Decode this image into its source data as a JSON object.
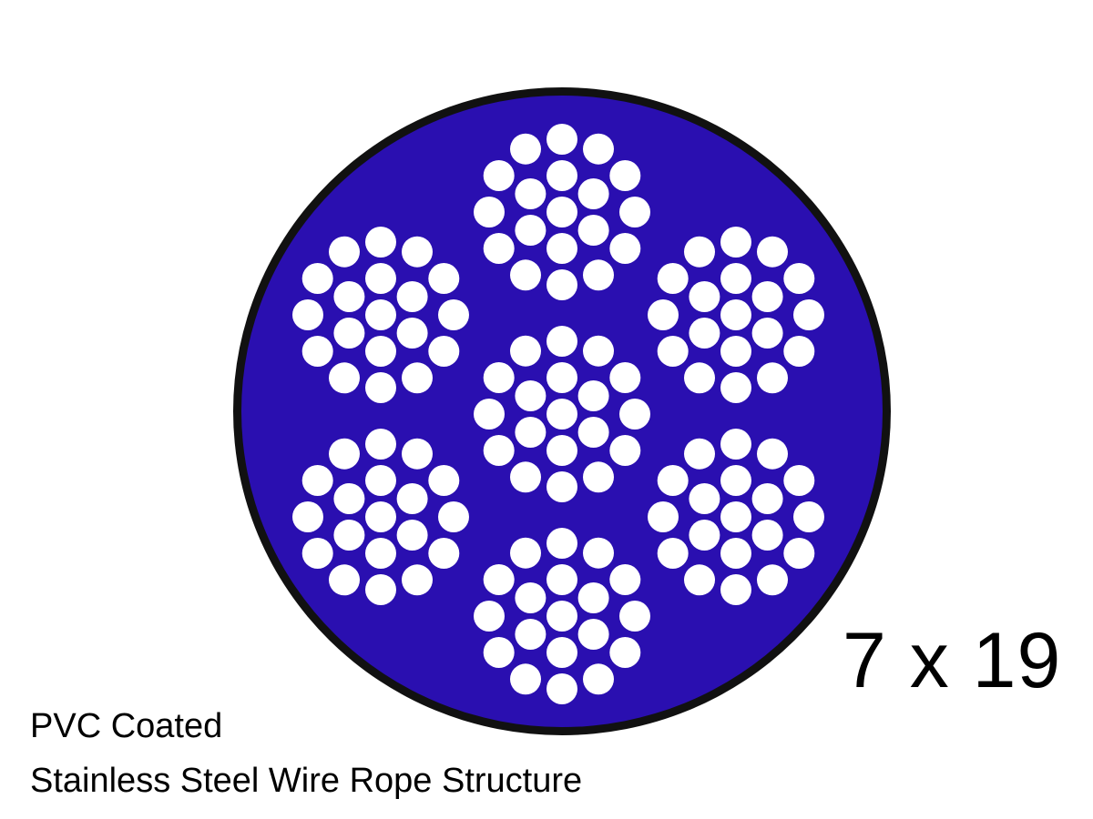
{
  "diagram": {
    "construction": "7 x 19",
    "strand_count": 7,
    "wires_per_strand": 19,
    "colors": {
      "coating": "#2a0fb0",
      "outline": "#111111",
      "wire": "#ffffff",
      "background": "#ffffff"
    }
  },
  "caption": {
    "line1": "PVC Coated",
    "line2": "Stainless Steel Wire Rope Structure"
  }
}
